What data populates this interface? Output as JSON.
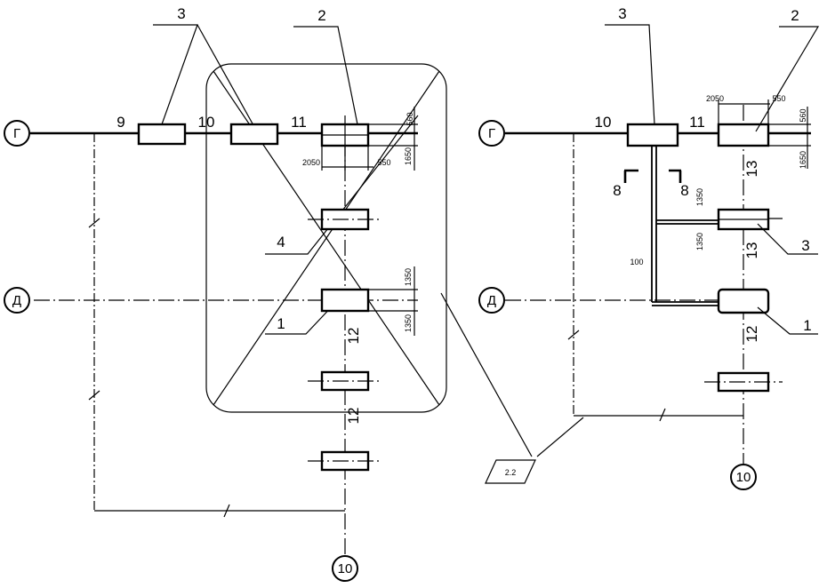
{
  "axes": {
    "g": "Г",
    "d": "Д",
    "ten": "10"
  },
  "left": {
    "callouts": {
      "c1": "1",
      "c2": "2",
      "c3": "3",
      "c4": "4"
    },
    "spans": {
      "s9": "9",
      "s10": "10",
      "s11": "11",
      "s12a": "12",
      "s12b": "12"
    },
    "dims": {
      "d560": "560",
      "d2050": "2050",
      "d550": "550",
      "d1650": "1650",
      "d1350a": "1350",
      "d1350b": "1350"
    }
  },
  "right": {
    "callouts": {
      "c1": "1",
      "c2": "2",
      "c3a": "3",
      "c3b": "3"
    },
    "spans": {
      "s10": "10",
      "s11": "11",
      "s13a": "13",
      "s13b": "13",
      "s12": "12"
    },
    "dims": {
      "d2050": "2050",
      "d550": "550",
      "d560": "560",
      "d1650": "1650",
      "d1350a": "1350",
      "d1350b": "1350",
      "d100": "100"
    },
    "section": {
      "left": "8",
      "right": "8"
    }
  },
  "sheet_ref": "2.2"
}
